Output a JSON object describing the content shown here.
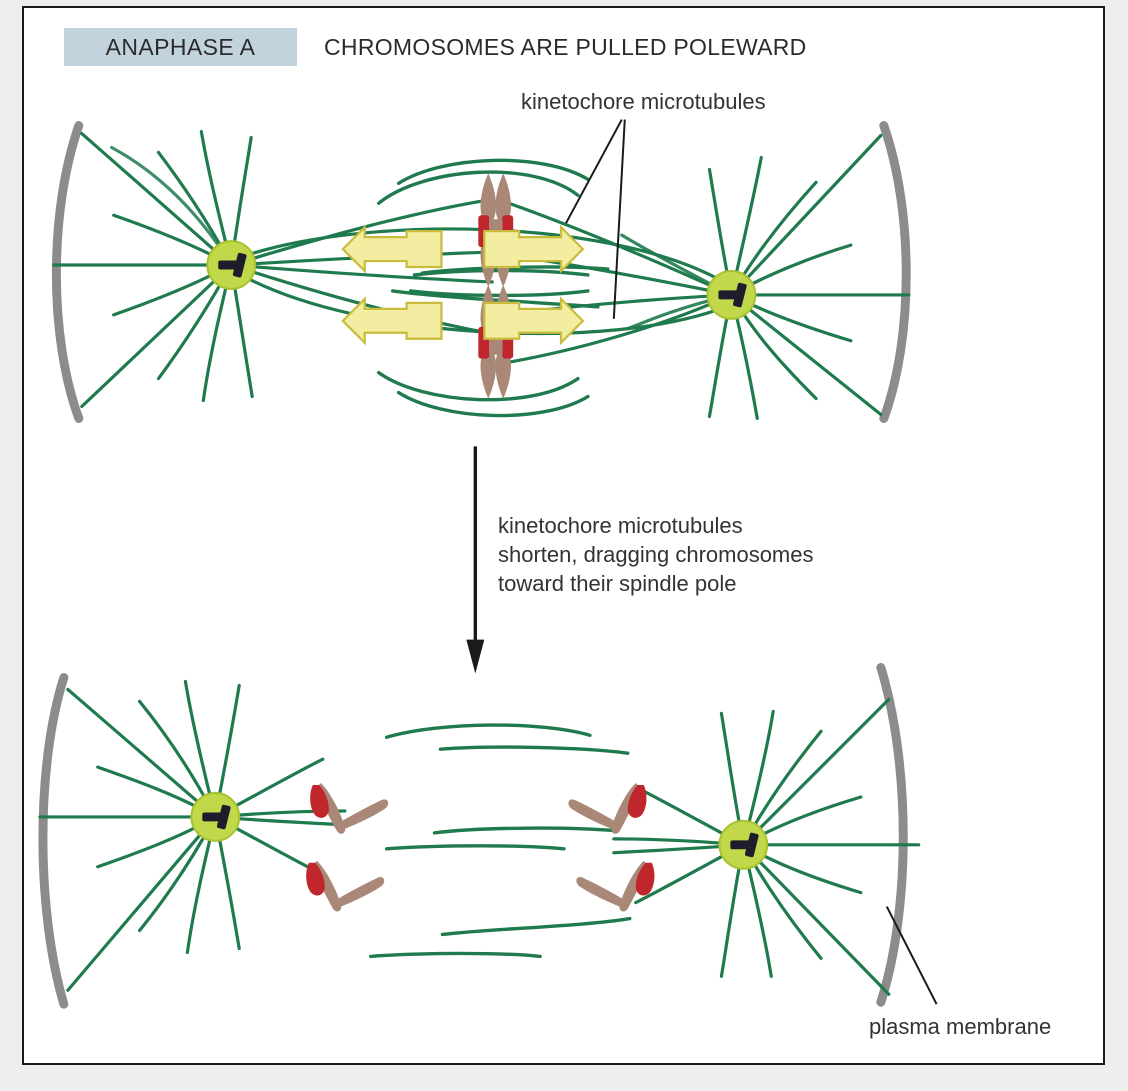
{
  "header": {
    "phase_badge": "ANAPHASE A",
    "phase_badge_bg": "#c3d3de",
    "headline": "CHROMOSOMES ARE PULLED POLEWARD"
  },
  "labels": {
    "kinetochore_microtubules": "kinetochore microtubules",
    "transition_caption_line1": "kinetochore microtubules",
    "transition_caption_line2": "shorten, dragging chromosomes",
    "transition_caption_line3": "toward their spindle pole",
    "plasma_membrane": "plasma membrane"
  },
  "colors": {
    "microtubule_green": "#1f7a4d",
    "microtubule_green_light": "#3a9a63",
    "centrosome_fill": "#c2d84b",
    "centrosome_stroke": "#a8c22f",
    "centriole": "#1d1d2b",
    "chromosome_brown": "#a98878",
    "kinetochore_red": "#c0272d",
    "plasma_membrane_gray": "#8c8c8c",
    "arrow_yellow_fill": "#f2eda0",
    "arrow_yellow_stroke": "#c9bb3c",
    "leader_line": "#1a1a1a",
    "canvas": "#ffffff",
    "page_bg": "#eeeeee",
    "frame_border": "#1a1a1a"
  },
  "diagram": {
    "type": "biology-process-diagram",
    "subject": "Mitosis — Anaphase A",
    "panels": [
      {
        "name": "before",
        "stage": "chromosomes at the metaphase plate with kinetochore microtubules attached",
        "poles": 2,
        "chromosomes": 2,
        "force_arrows": 4,
        "arrow_direction": "outward toward both poles"
      },
      {
        "name": "after",
        "stage": "sister chromatids dragged poleward into V shapes; polar microtubules remain in midzone",
        "poles": 2,
        "chromosomes": 4,
        "force_arrows": 0
      }
    ],
    "transition_arrow": "downward"
  }
}
